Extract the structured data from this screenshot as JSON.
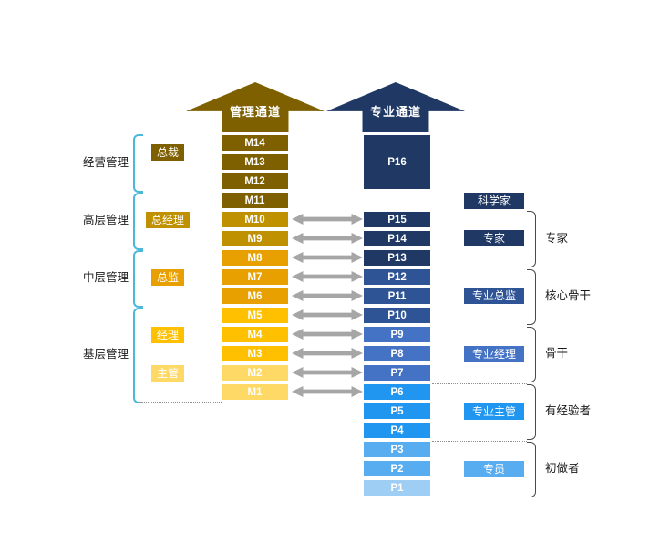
{
  "channels": {
    "management": "管理通道",
    "professional": "专业通道"
  },
  "management": {
    "levels": [
      "M14",
      "M13",
      "M12",
      "M11",
      "M10",
      "M9",
      "M8",
      "M7",
      "M6",
      "M5",
      "M4",
      "M3",
      "M2",
      "M1"
    ],
    "roles": [
      "总裁",
      "总经理",
      "总监",
      "经理",
      "主管"
    ],
    "groups": [
      "经营管理",
      "高层管理",
      "中层管理",
      "基层管理"
    ]
  },
  "professional": {
    "levels": [
      "P16",
      "P15",
      "P14",
      "P13",
      "P12",
      "P11",
      "P10",
      "P9",
      "P8",
      "P7",
      "P6",
      "P5",
      "P4",
      "P3",
      "P2",
      "P1"
    ],
    "roles": [
      "科学家",
      "专家",
      "专业总监",
      "专业经理",
      "专业主管",
      "专员"
    ],
    "groups": [
      "专家",
      "核心骨干",
      "骨干",
      "有经验者",
      "初做者"
    ]
  },
  "colors": {
    "management_tiers": [
      "#7F6000",
      "#BF9000",
      "#E8A000",
      "#FFC000",
      "#FFD966"
    ],
    "professional_tiers": [
      "#1F3864",
      "#2F5496",
      "#4472C4",
      "#2096F0",
      "#58ACF0",
      "#9FCEF5"
    ],
    "link_arrow": "#A6A6A6",
    "left_bracket": "#4BB8DA",
    "right_bracket": "#4A4A4A"
  }
}
